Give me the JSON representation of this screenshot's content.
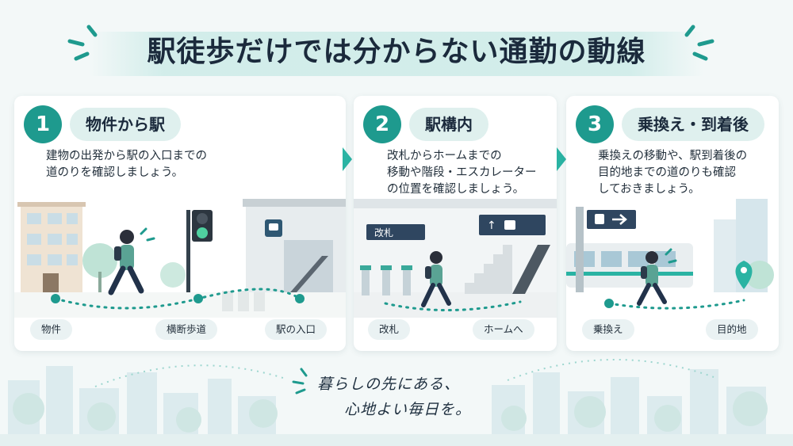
{
  "title": "駅徒歩だけでは分からない通勤の動線",
  "colors": {
    "accent": "#1e9a8e",
    "pill": "#dff0ee",
    "background": "#f3f8f8"
  },
  "steps": [
    {
      "number": "1",
      "heading": "物件から駅",
      "description": [
        "建物の出発から駅の入口までの",
        "道のりを確認しましょう。"
      ],
      "stops": [
        "物件",
        "横断歩道",
        "駅の入口"
      ]
    },
    {
      "number": "2",
      "heading": "駅構内",
      "description": [
        "改札からホームまでの",
        "移動や階段・エスカレーター",
        "の位置を確認しましょう。"
      ],
      "signs": [
        "改札",
        "↑"
      ],
      "stops": [
        "改札",
        "ホームへ"
      ]
    },
    {
      "number": "3",
      "heading": "乗換え・到着後",
      "description": [
        "乗換えの移動や、駅到着後の",
        "目的地までの道のりも確認",
        "しておきましょう。"
      ],
      "stops": [
        "乗換え",
        "目的地"
      ]
    }
  ],
  "tagline": [
    "暮らしの先にある、",
    "心地よい毎日を。"
  ],
  "icons": [
    "train-icon",
    "pedestrian-signal-icon",
    "location-pin-icon",
    "arrow-right-icon",
    "arrow-up-icon"
  ]
}
